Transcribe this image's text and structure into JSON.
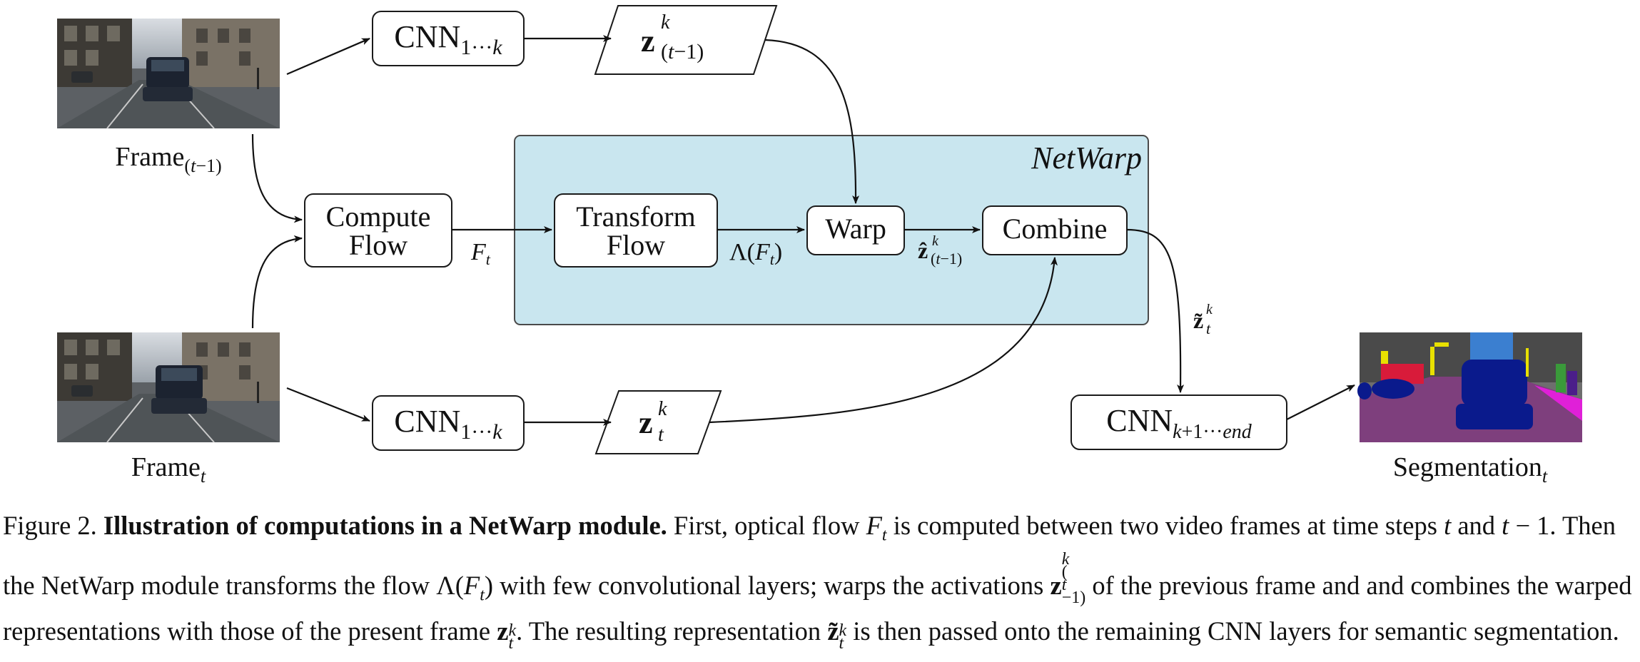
{
  "figure": {
    "frames": {
      "prev_label": "Frame(t−1)",
      "curr_label": "Framet"
    },
    "nodes": {
      "cnn_top": "CNN1...k",
      "z_prev": "z(t−1)k",
      "compute_flow_line1": "Compute",
      "compute_flow_line2": "Flow",
      "flow_label": "Ft",
      "transform_line1": "Transform",
      "transform_line2": "Flow",
      "lambda_label": "Λ(Ft)",
      "warp": "Warp",
      "zhat_label": "ẑ(t−1)k",
      "combine": "Combine",
      "netwarp_title": "NetWarp",
      "cnn_bottom": "CNN1...k",
      "z_t": "ztk",
      "ztilde_label": "z̃tk",
      "cnn_end": "CNNk+1...end",
      "segmentation_label": "Segmentationt"
    },
    "colors": {
      "netwarp_fill": "#c9e6ef",
      "netwarp_stroke": "#4a4a4a",
      "road": "#7e3f7d",
      "car": "#0a1a8c",
      "sky": "#3b7fd0"
    }
  },
  "caption": {
    "prefix": "Figure 2. ",
    "bold": "Illustration of computations in a NetWarp module.",
    "t1": " First, optical flow ",
    "t2": " is computed between two video frames at time steps ",
    "t3": " and ",
    "t4": ". Then the NetWarp module transforms the flow ",
    "t5": " with few convolutional layers; warps the activations ",
    "t6": " of the previous frame and and combines the warped representations with those of the present frame ",
    "t7": ". The resulting representation ",
    "t8": " is then passed onto the remaining CNN layers for semantic segmentation."
  }
}
